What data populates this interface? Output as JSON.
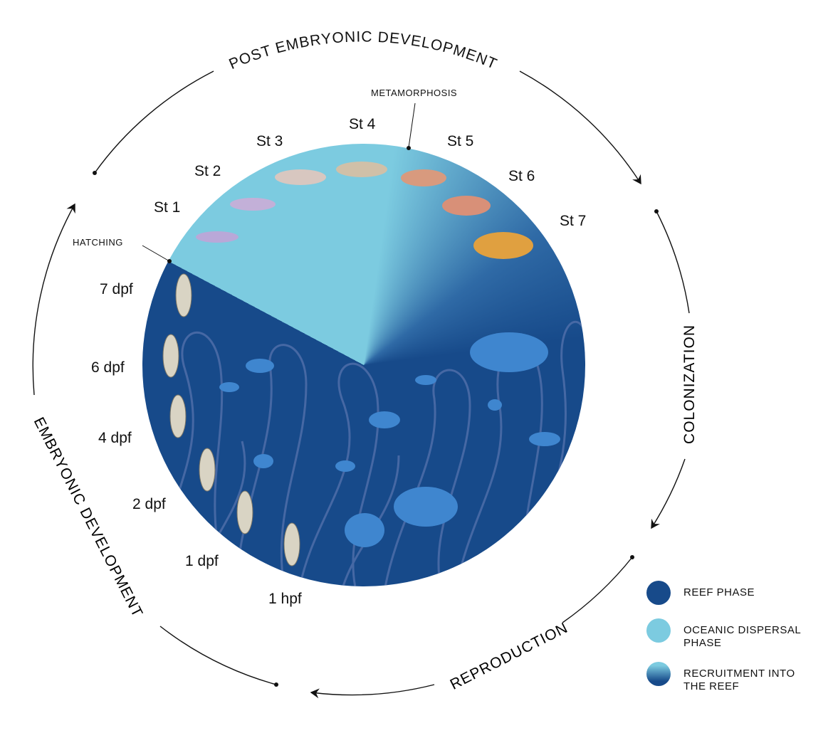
{
  "cycle": {
    "post_embryonic": "POST EMBRYONIC DEVELOPMENT",
    "colonization": "COLONIZATION",
    "reproduction": "REPRODUCTION",
    "embryonic": "EMBRYONIC DEVELOPMENT"
  },
  "events": {
    "metamorphosis": "METAMORPHOSIS",
    "hatching": "HATCHING"
  },
  "larval_stages": [
    "St 1",
    "St 2",
    "St 3",
    "St 4",
    "St 5",
    "St 6",
    "St 7"
  ],
  "embryo_stages": [
    "7 dpf",
    "6 dpf",
    "4 dpf",
    "2 dpf",
    "1 dpf",
    "1 hpf"
  ],
  "legend": [
    {
      "label": "REEF PHASE",
      "color": "#174a8a"
    },
    {
      "label": "OCEANIC DISPERSAL PHASE",
      "color": "#7ccbe0"
    },
    {
      "label": "RECRUITMENT INTO THE REEF",
      "color": "gradient"
    }
  ],
  "colors": {
    "reef": "#174a8a",
    "oceanic": "#7ccbe0",
    "fish": "#3f86cf",
    "anemone": "#5a76b0"
  }
}
